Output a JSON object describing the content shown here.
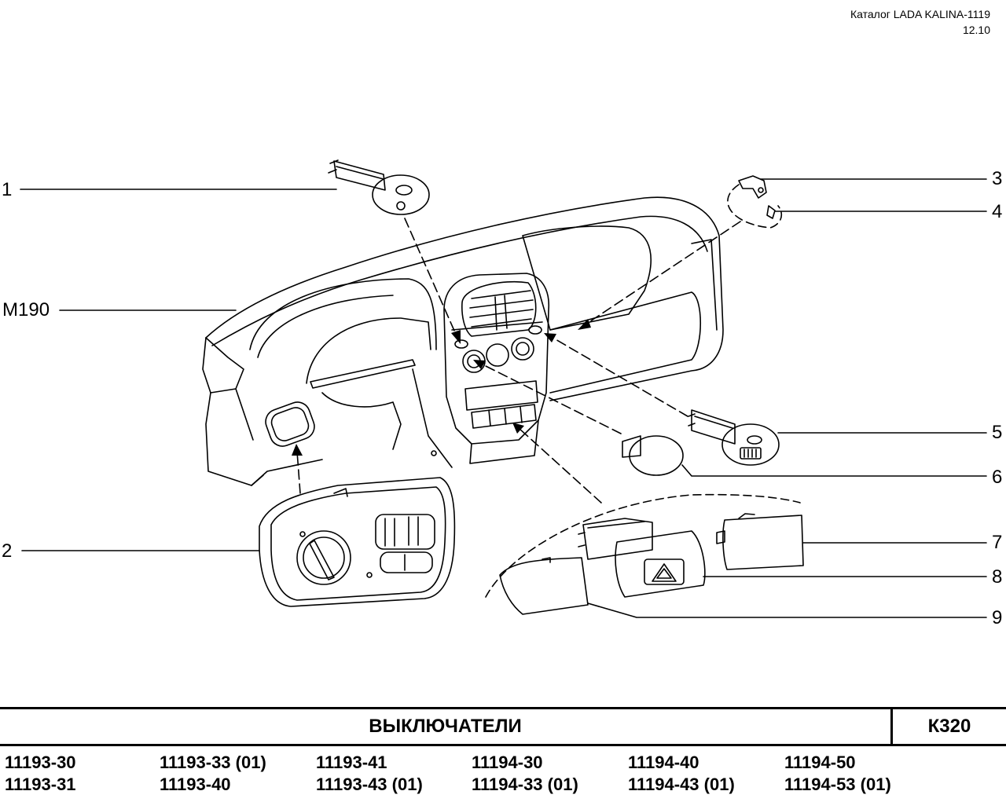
{
  "header": {
    "catalog_title": "Каталог LADA KALINA-1119",
    "date": "12.10"
  },
  "callouts": {
    "c1": "1",
    "c2": "2",
    "c3": "3",
    "c4": "4",
    "c5": "5",
    "c6": "6",
    "c7": "7",
    "c8": "8",
    "c9": "9",
    "m190": "M190"
  },
  "title_block": {
    "section_title": "ВЫКЛЮЧАТЕЛИ",
    "section_code": "К320"
  },
  "model_codes": [
    "11193-30",
    "11193-31",
    "11193-33 (01)",
    "11193-40",
    "11193-41",
    "11193-43 (01)",
    "11194-30",
    "11194-33 (01)",
    "11194-40",
    "11194-43 (01)",
    "11194-50",
    "11194-53 (01)"
  ]
}
